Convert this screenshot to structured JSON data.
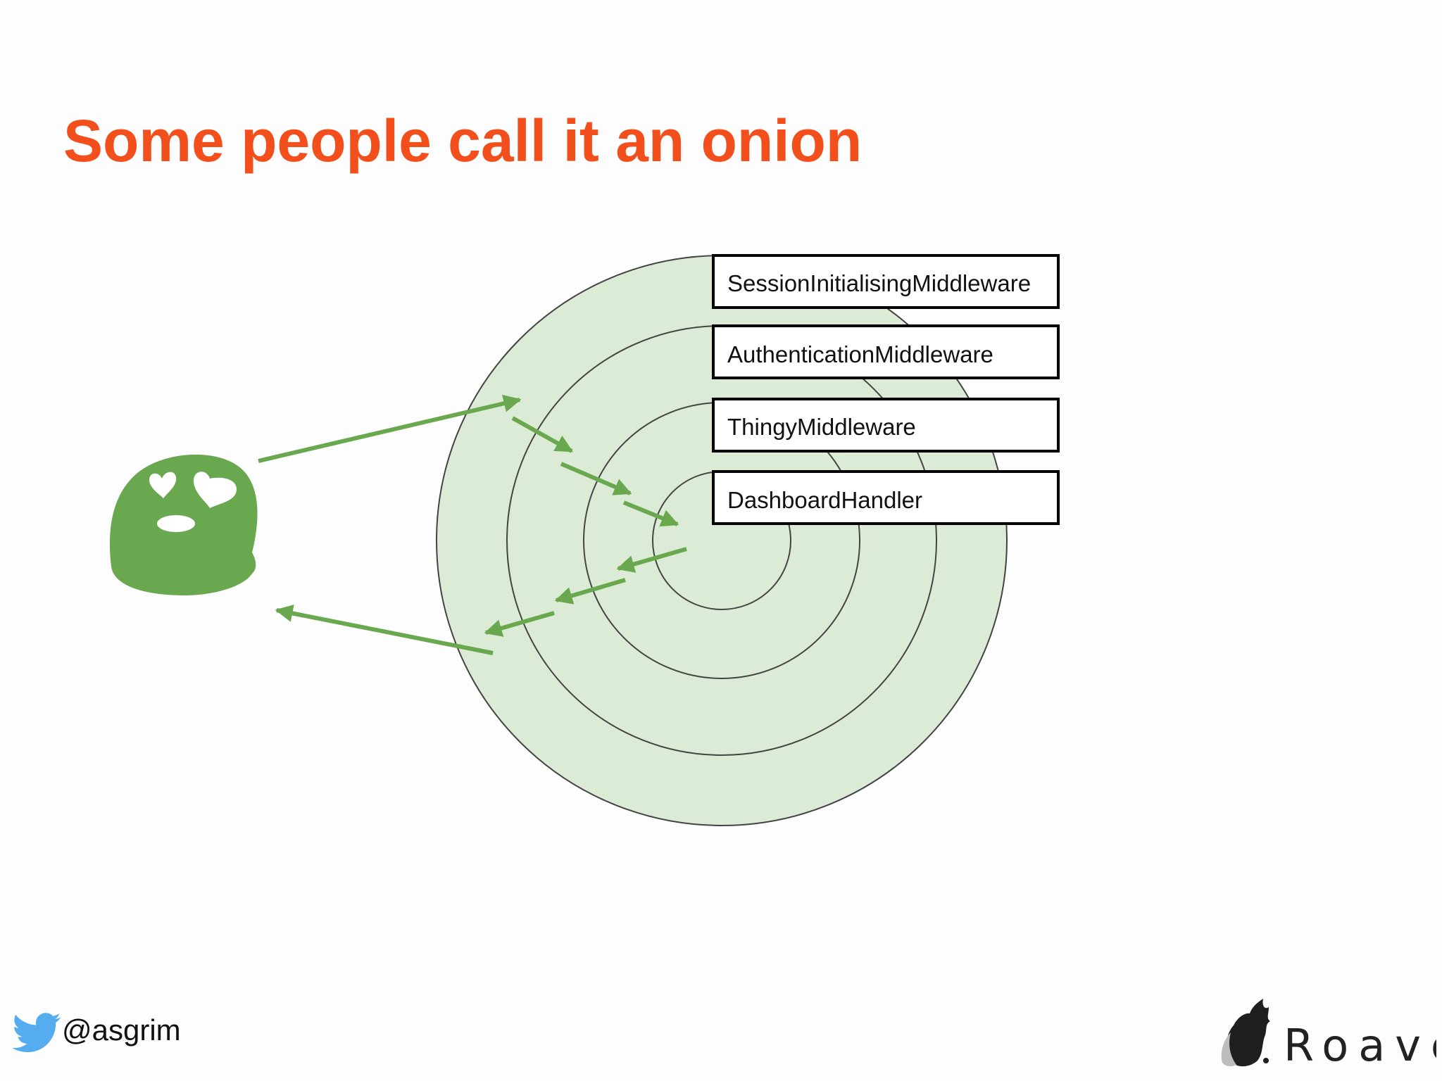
{
  "slide": {
    "title": "Some people call it an onion",
    "title_color": "#f24f1d"
  },
  "diagram": {
    "layers": [
      {
        "label": "SessionInitialisingMiddleware"
      },
      {
        "label": "AuthenticationMiddleware"
      },
      {
        "label": "ThingyMiddleware"
      },
      {
        "label": "DashboardHandler"
      }
    ],
    "ring_fill": "#dcebd6",
    "arrow_color": "#6aa84f",
    "client_icon": "heart-eyes-blob-icon"
  },
  "footer": {
    "twitter_icon": "twitter-bird-icon",
    "handle": "@asgrim",
    "logo_icon": "roave-logo-icon",
    "logo_text": "Roave",
    "twitter_color": "#55acee"
  }
}
